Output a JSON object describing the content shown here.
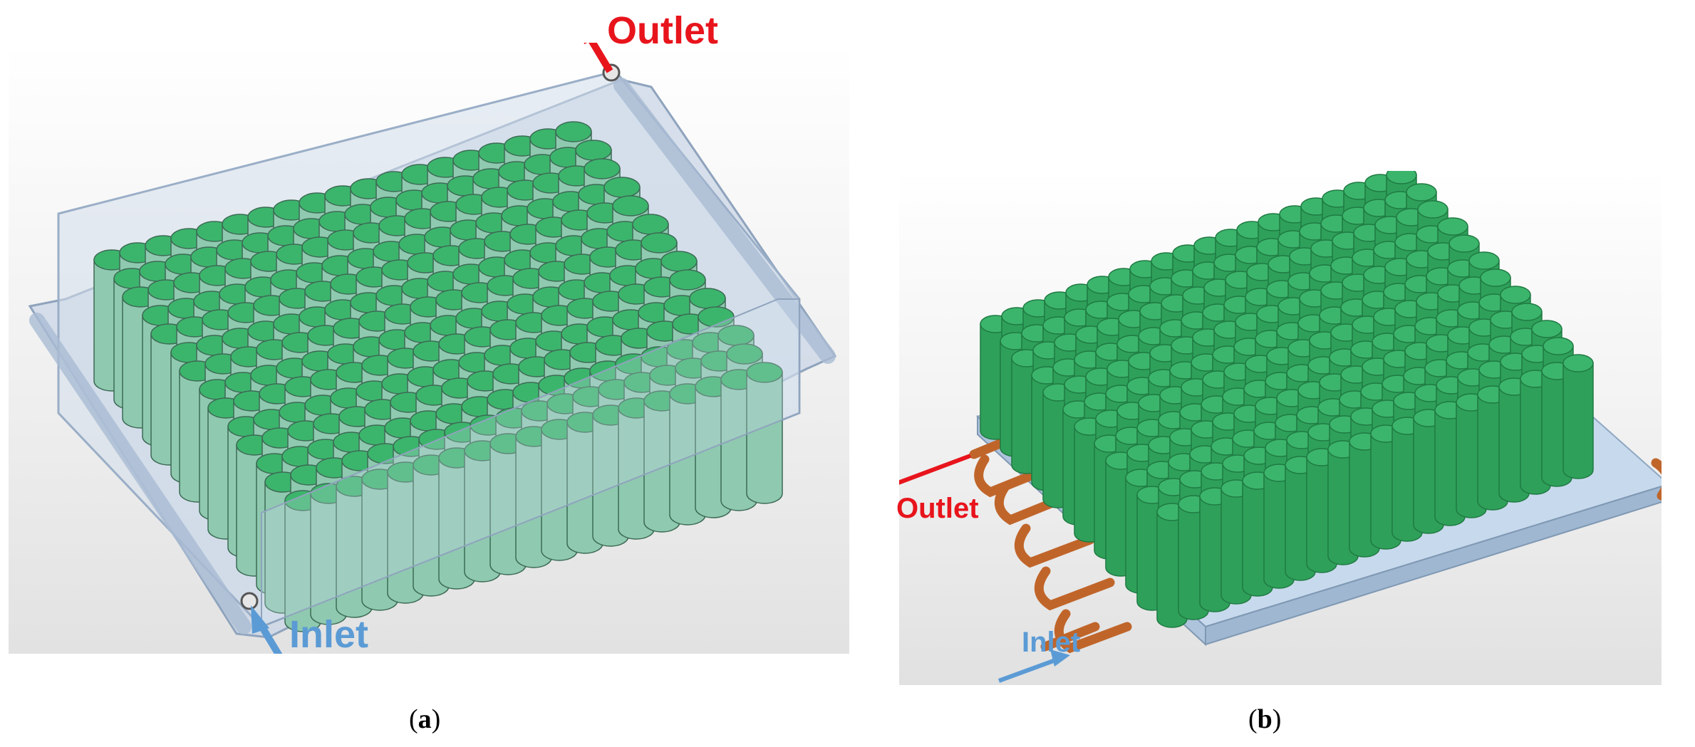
{
  "colors": {
    "outlet": "#e8141c",
    "inlet": "#5b9bd5",
    "cell_top": "#3cb56c",
    "cell_side": "#2ea05a",
    "cell_side_dark": "#1f7a42",
    "cell_in_housing": "#8fc9b0",
    "housing": "#b7c8dc",
    "base_plate": "#b9cfe6",
    "pipe": "#c0652a"
  },
  "panel_a": {
    "outlet_label": "Outlet",
    "inlet_label": "Inlet",
    "caption_open": "(",
    "caption_letter": "a",
    "caption_close": ")"
  },
  "panel_b": {
    "outlet_label": "Outlet",
    "inlet_label": "Inlet",
    "caption_open": "(",
    "caption_letter": "b",
    "caption_close": ")"
  }
}
